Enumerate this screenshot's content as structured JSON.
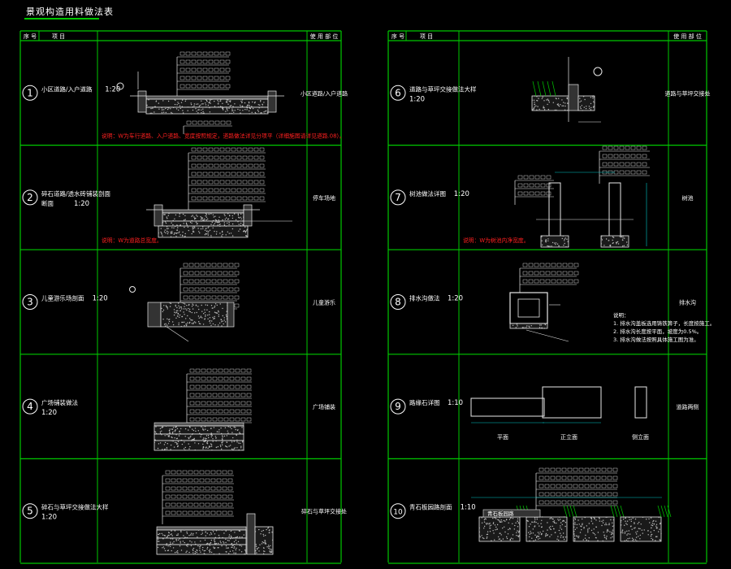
{
  "sheet": {
    "title": "景观构造用料做法表",
    "headers": {
      "no": "序 号",
      "item": "项 目",
      "loc": "使 用 部 位"
    }
  },
  "rows_left": [
    {
      "no": "1",
      "name": "小区道路/入户道路",
      "scale": "1:20",
      "loc": "小区道路/入户道路",
      "note": "说明：W为车行道路、入户道路、宽度按照规定，道路做法详见分项平（详细施图请详见道路.08）。"
    },
    {
      "no": "2",
      "name": "碎石道路/透水砖铺装剖面",
      "name2": "断面",
      "scale": "1:20",
      "loc": "停车场地",
      "note": "说明：W为道路总宽度。"
    },
    {
      "no": "3",
      "name": "儿童游乐场剖面",
      "scale": "1:20",
      "loc": "儿童游乐",
      "note": ""
    },
    {
      "no": "4",
      "name": "广场铺装做法",
      "scale": "1:20",
      "loc": "广场铺装",
      "note": ""
    },
    {
      "no": "5",
      "name": "碎石与草坪交接做法大样",
      "scale": "1:20",
      "loc": "碎石与草坪交接处",
      "note": ""
    }
  ],
  "rows_right": [
    {
      "no": "6",
      "name": "道路与草坪交接做法大样",
      "scale": "1:20",
      "loc": "道路与草坪交接处",
      "note": ""
    },
    {
      "no": "7",
      "name": "树池做法详图",
      "scale": "1:20",
      "loc": "树池",
      "note": "说明：W为树池内净宽度。"
    },
    {
      "no": "8",
      "name": "排水沟做法",
      "scale": "1:20",
      "loc": "排水沟",
      "note": ""
    },
    {
      "no": "9",
      "name": "路缘石详图",
      "scale": "1:10",
      "loc": "道路两侧",
      "note": ""
    },
    {
      "no": "10",
      "name": "青石板园路剖面",
      "scale": "1:10",
      "loc": "",
      "note": ""
    }
  ],
  "row9_labels": {
    "plan": "平面",
    "front": "正立面",
    "side": "侧立面"
  },
  "row10_label": "青石板园路",
  "row8_notes": [
    "说明：",
    "1. 排水沟盖板选用铸铁箅子，长度按施工。",
    "2. 排水沟长度按平面，坡度为0.5%。",
    "3. 排水沟做法按照具体施工图为准。"
  ],
  "colors": {
    "grid": "#00c800",
    "text": "#ffffff",
    "note": "#ff2020",
    "draw": "#e8e8e8",
    "accent": "#ffff00",
    "dim": "#00c8c8"
  }
}
